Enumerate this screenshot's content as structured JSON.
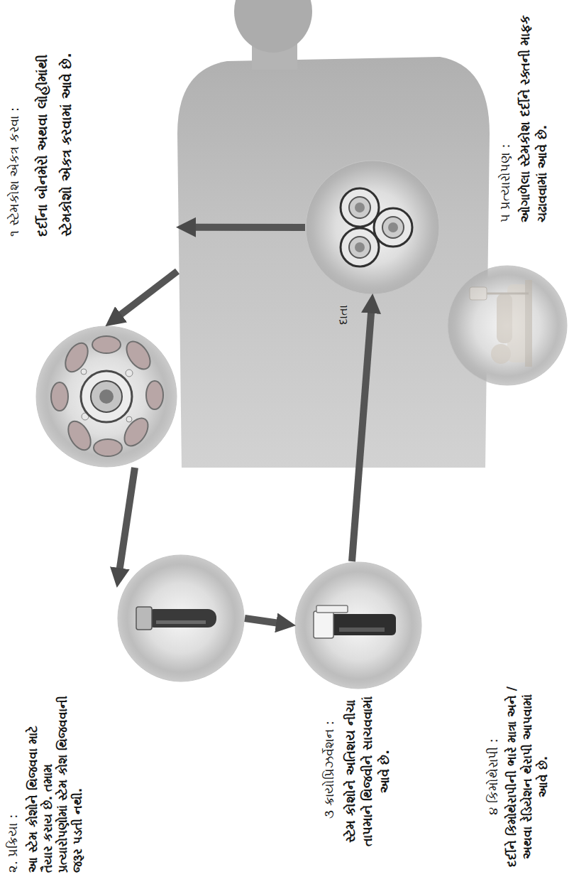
{
  "diagram": {
    "nodes": [
      {
        "text": [
          "દાતા"
        ]
      },
      {
        "text": [
          "૧ સ્ટેમકોશ એકત્ર કરવા :",
          "દર્દીના બોનમેરો અથવા લોહીમાંથી સ્ટેમકોશો એકત્ર કરવામાં આવે છે."
        ]
      },
      {
        "text": [
          "૨. પ્રક્રિયા :",
          "આ સ્ટેમ કોશોને થિજવવા માટે તૈયાર કરાય છે. તમામ પ્રત્યારોપણોમાં સ્ટેમ કોશ થિજવવાની જરૂર પડતી નથી."
        ]
      },
      {
        "text": [
          "૩ ક્રાયોપ્રિઝર્વેશન :",
          "સ્ટેમ કોશોને અતિશય નીચા તાપમાને થિજવીને સાચવવામાં આવે છે."
        ]
      },
      {
        "text": [
          "૪ કિમોથેરાપી :",
          "દર્દીને કિમોથેરાપીની ભારે માત્રા અને /અથવા રેડિયેશન થેરાપી આપવામાં આવે છે."
        ]
      },
      {
        "text": [
          "૫ પ્રત્યારોપણ :",
          "ઓગાળેલા સ્ટેમકોશ દર્દીને રક્તની માફક ચઢાવવામાં આવે છે."
        ]
      }
    ],
    "edges": [
      {
        "from": 0,
        "to": 1,
        "arrow": "to"
      },
      {
        "from": 1,
        "to": 2,
        "arrow": "to"
      },
      {
        "from": 2,
        "to": 3,
        "arrow": "to"
      },
      {
        "from": 3,
        "to": 5,
        "arrow": "to"
      },
      {
        "from": 5,
        "to": 0,
        "arrow": "to"
      }
    ]
  }
}
